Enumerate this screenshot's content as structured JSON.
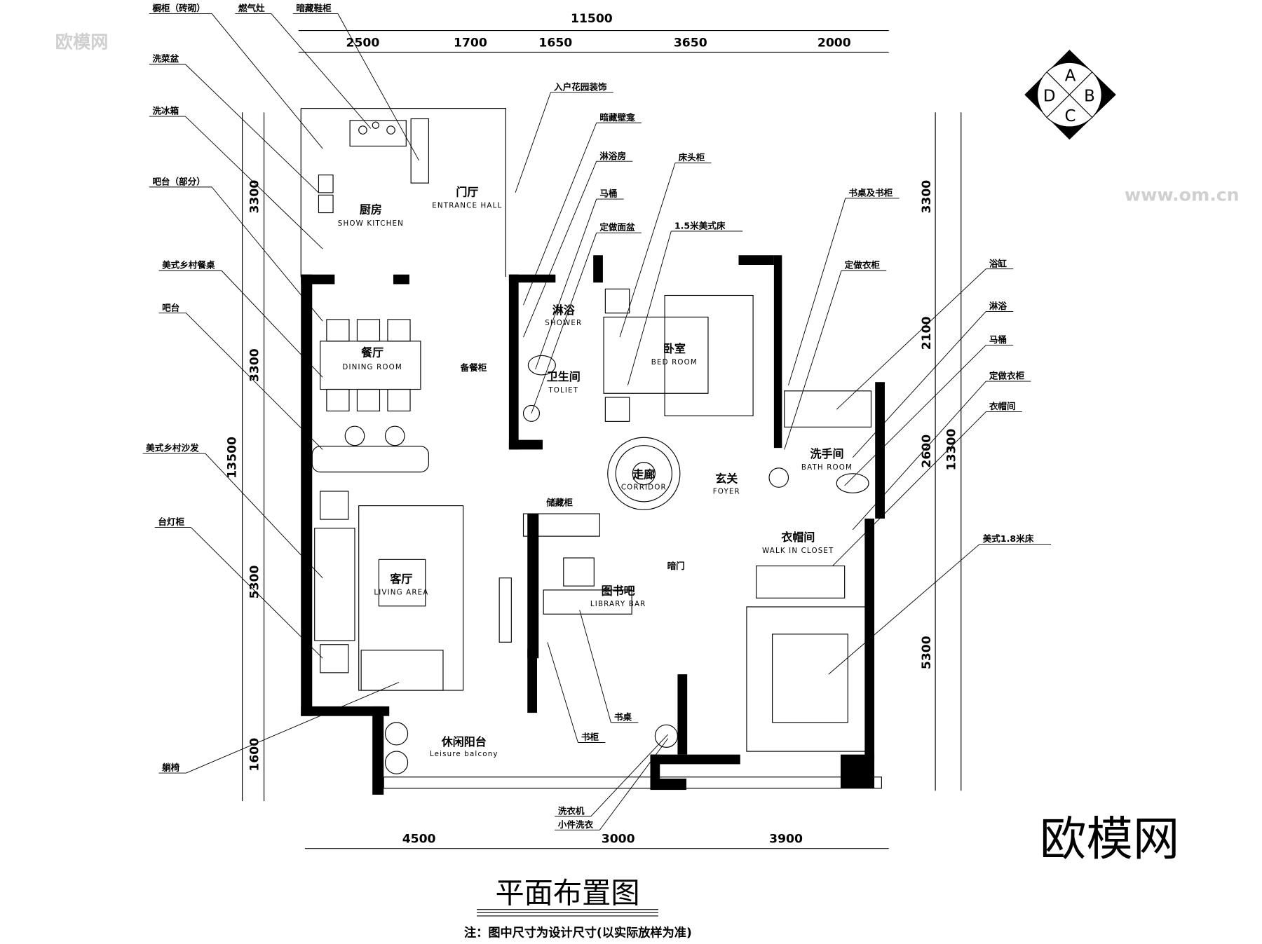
{
  "title": "平面布置图",
  "note": "注：图中尺寸为设计尺寸(以实际放样为准)",
  "watermark": "欧模网",
  "watermark_small": "www.om.cn",
  "compass": {
    "top": "A",
    "left": "D",
    "right": "B",
    "bottom": "C"
  },
  "rooms": [
    {
      "cn": "厨房",
      "en": "SHOW KITCHEN"
    },
    {
      "cn": "门厅",
      "en": "ENTRANCE HALL"
    },
    {
      "cn": "淋浴",
      "en": "SHOWER"
    },
    {
      "cn": "卫生间",
      "en": "TOLIET"
    },
    {
      "cn": "卧室",
      "en": "BED ROOM"
    },
    {
      "cn": "餐厅",
      "en": "DINING ROOM"
    },
    {
      "cn": "走廊",
      "en": "CORRIDOR"
    },
    {
      "cn": "玄关",
      "en": "FOYER"
    },
    {
      "cn": "洗手间",
      "en": "BATH ROOM"
    },
    {
      "cn": "衣帽间",
      "en": "WALK IN CLOSET"
    },
    {
      "cn": "客厅",
      "en": "LIVING AREA"
    },
    {
      "cn": "图书吧",
      "en": "LIBRARY BAR"
    },
    {
      "cn": "休闲阳台",
      "en": "Leisure balcony"
    },
    {
      "cn": "备餐柜",
      "en": ""
    },
    {
      "cn": "储藏柜",
      "en": ""
    },
    {
      "cn": "暗门",
      "en": ""
    }
  ],
  "leaders": [
    "橱柜（砖砌）",
    "燃气灶",
    "暗藏鞋柜",
    "洗菜盆",
    "洗冰箱",
    "吧台（部分）",
    "美式乡村餐桌",
    "吧台",
    "美式乡村沙发",
    "台灯柜",
    "躺椅",
    "入户花园装饰",
    "暗藏壁龛",
    "淋浴房",
    "马桶",
    "定做面盆",
    "床头柜",
    "1.5米美式床",
    "书桌及书柜",
    "定做衣柜",
    "浴缸",
    "淋浴",
    "马桶",
    "定做衣柜",
    "衣帽间",
    "美式1.8米床",
    "书桌",
    "书柜",
    "洗衣机",
    "小件洗衣"
  ],
  "dimensions": {
    "top_total": "11500",
    "top": [
      "2500",
      "1700",
      "1650",
      "3650",
      "2000"
    ],
    "left": [
      "3300",
      "3300",
      "5300",
      "1600"
    ],
    "left_total": "13500",
    "right": [
      "3300",
      "2100",
      "2600",
      "5300"
    ],
    "right_total": "13300",
    "bottom": [
      "4500",
      "3000",
      "3900"
    ]
  }
}
